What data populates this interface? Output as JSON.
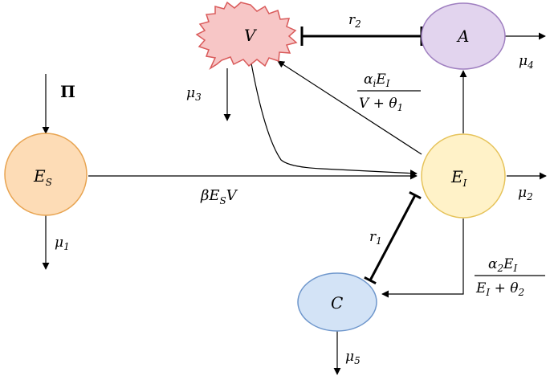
{
  "nodes": {
    "es": {
      "main": "E",
      "sub": "S"
    },
    "ei": {
      "main": "E",
      "sub": "I"
    },
    "v": {
      "main": "V"
    },
    "a": {
      "main": "A"
    },
    "c": {
      "main": "C"
    }
  },
  "labels": {
    "pi": "Π",
    "beta": {
      "pre": "βE",
      "sub": "S",
      "post": "V"
    },
    "mu1": {
      "main": "μ",
      "sub": "1"
    },
    "mu2": {
      "main": "μ",
      "sub": "2"
    },
    "mu3": {
      "main": "μ",
      "sub": "3"
    },
    "mu4": {
      "main": "μ",
      "sub": "4"
    },
    "mu5": {
      "main": "μ",
      "sub": "5"
    },
    "r1": {
      "main": "r",
      "sub": "1"
    },
    "r2": {
      "main": "r",
      "sub": "2"
    },
    "frac1": {
      "num": {
        "a": "α",
        "a_sub": "i",
        "b": "E",
        "b_sub": "I"
      },
      "den": {
        "a": "V + θ",
        "a_sub": "1"
      }
    },
    "frac2": {
      "num": {
        "a": "α",
        "a_sub": "2",
        "b": "E",
        "b_sub": "I"
      },
      "den": {
        "a": "E",
        "a_sub": "I",
        "b": " + θ",
        "b_sub": "2"
      }
    }
  },
  "colors": {
    "es_fill": "#fddcb6",
    "es_stroke": "#e8a451",
    "ei_fill": "#fff2c8",
    "ei_stroke": "#e6c35a",
    "v_fill": "#f7c6c6",
    "v_stroke": "#d95a5a",
    "a_fill": "#e2d4ee",
    "a_stroke": "#9f7fc0",
    "c_fill": "#d3e3f6",
    "c_stroke": "#6f97cc"
  }
}
